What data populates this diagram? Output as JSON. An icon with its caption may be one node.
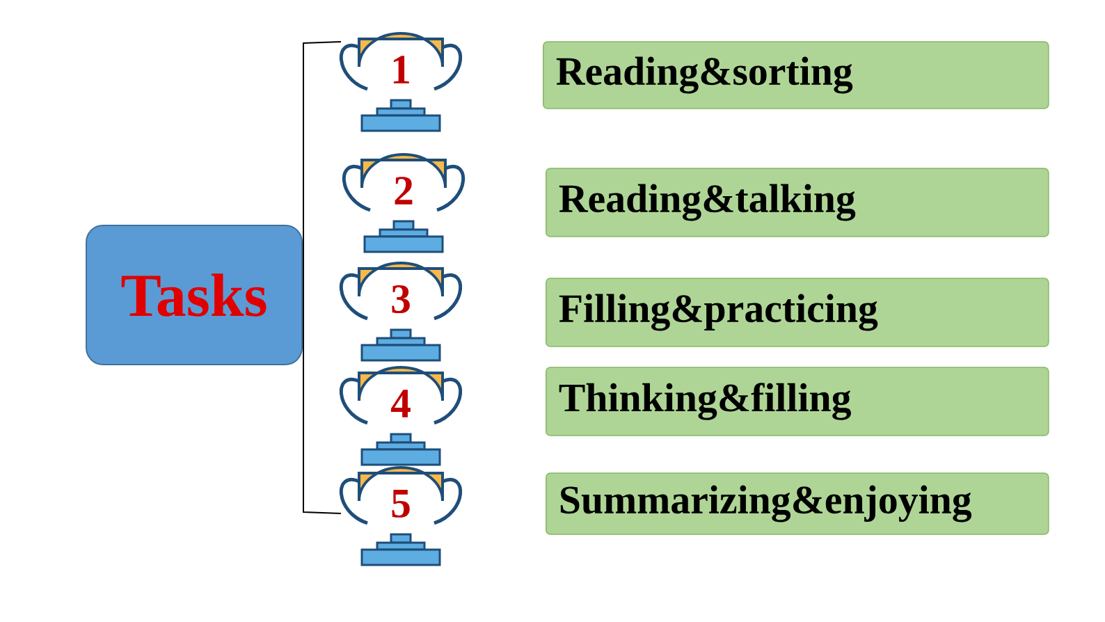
{
  "diagram": {
    "nodes": [
      {
        "text": [
          "Tasks"
        ]
      },
      {
        "text": [
          "1"
        ]
      },
      {
        "text": [
          "Reading&sorting"
        ]
      },
      {
        "text": [
          "2"
        ]
      },
      {
        "text": [
          "Reading&talking"
        ]
      },
      {
        "text": [
          "3"
        ]
      },
      {
        "text": [
          "Filling&practicing"
        ]
      },
      {
        "text": [
          "4"
        ]
      },
      {
        "text": [
          "Thinking&filling"
        ]
      },
      {
        "text": [
          "5"
        ]
      },
      {
        "text": [
          "Summarizing&enjoying"
        ]
      }
    ]
  }
}
